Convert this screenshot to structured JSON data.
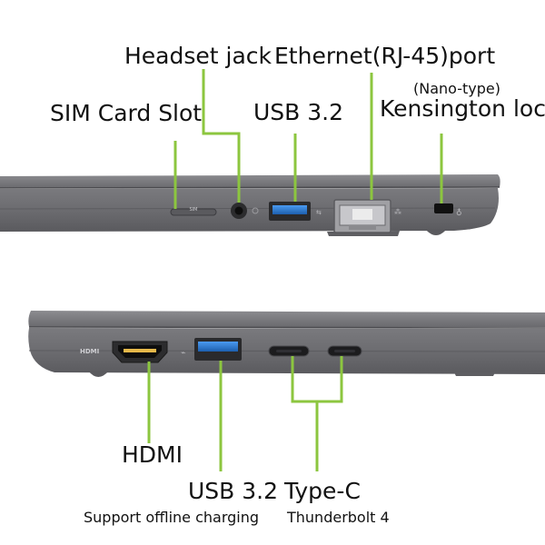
{
  "labels": {
    "headset_jack": "Headset jack",
    "ethernet_port": "Ethernet(RJ-45)port",
    "nano_type": "(Nano-type)",
    "kensington_lock": "Kensington lock",
    "sim_card_slot": "SIM Card Slot",
    "usb32_top": "USB 3.2",
    "hdmi": "HDMI",
    "usb32_bottom": "USB 3.2",
    "usb32_bottom_note": "Support offline charging",
    "type_c": "Type-C",
    "type_c_note": "Thunderbolt 4"
  },
  "engravings": {
    "sim_tray": "SIM",
    "hdmi_port": "HDMI"
  },
  "colors": {
    "leader_line": "#8cc63f",
    "chassis": "#6e6e72",
    "chassis_dark": "#4a4a4e",
    "chassis_light": "#8a8a8e",
    "usb_blue": "#2f7fd6",
    "background": "#ffffff"
  },
  "icons": [
    "sim-tray-icon",
    "headset-jack-icon",
    "usb-a-port-icon",
    "ethernet-port-icon",
    "kensington-lock-icon",
    "hdmi-port-icon",
    "usb-c-port-icon"
  ]
}
